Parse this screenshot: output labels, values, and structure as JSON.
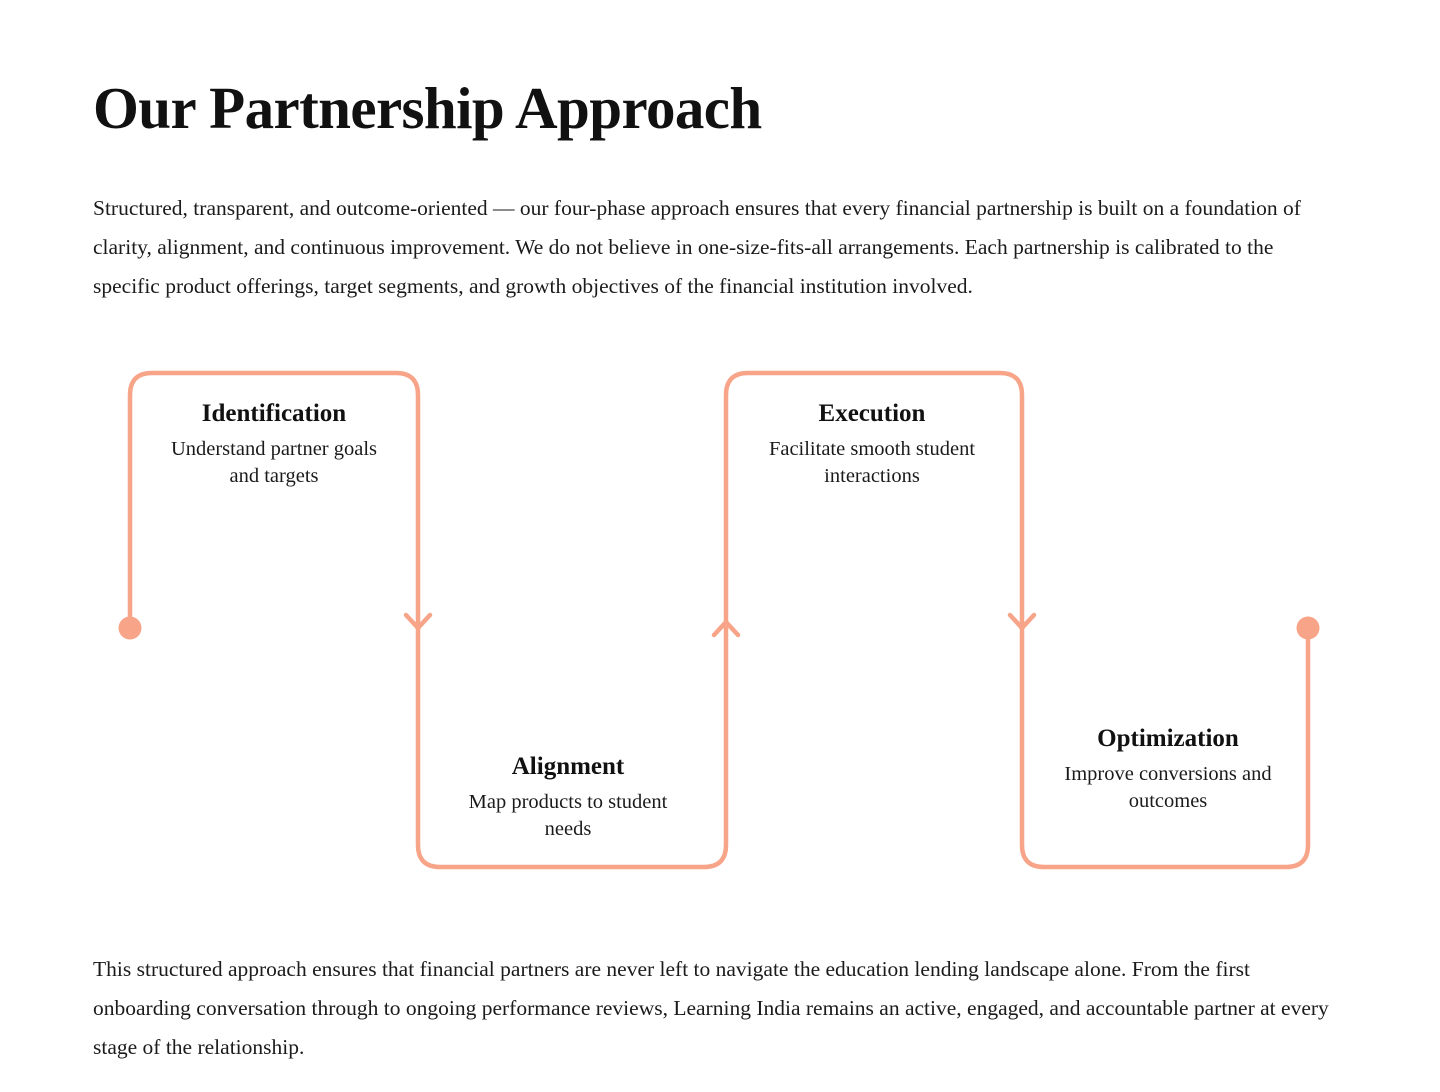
{
  "heading": {
    "title": "Our Partnership Approach"
  },
  "intro": {
    "text": "Structured, transparent, and outcome-oriented — our four-phase approach ensures that every financial partnership is built on a foundation of clarity, alignment, and continuous improvement. We do not believe in one-size-fits-all arrangements. Each partnership is calibrated to the specific product offerings, target segments, and growth objectives of the financial institution involved."
  },
  "closing": {
    "text": "This structured approach ensures that financial partners are never left to navigate the education lending landscape alone. From the first onboarding conversation through to ongoing performance reviews, Learning India remains an active, engaged, and accountable partner at every stage of the relationship."
  },
  "diagram": {
    "type": "serpentine-flow",
    "accent_color": "#F8A488",
    "text_color": "#141414",
    "background": "#FFFFFF",
    "start_marker": "start-dot",
    "end_marker": "end-dot",
    "phases": [
      {
        "index": 1,
        "title": "Identification",
        "description": "Understand partner goals and targets",
        "row": "top",
        "connector": "inverted-u",
        "in_marker": "start-dot",
        "out_marker": "arrow-down"
      },
      {
        "index": 2,
        "title": "Alignment",
        "description": "Map products to student needs",
        "row": "bottom",
        "connector": "u",
        "in_marker": "arrow-down",
        "out_marker": "arrow-up"
      },
      {
        "index": 3,
        "title": "Execution",
        "description": "Facilitate smooth student interactions",
        "row": "top",
        "connector": "inverted-u",
        "in_marker": "arrow-up",
        "out_marker": "arrow-down"
      },
      {
        "index": 4,
        "title": "Optimization",
        "description": "Improve conversions and outcomes",
        "row": "bottom",
        "connector": "u",
        "in_marker": "arrow-down",
        "out_marker": "end-dot"
      }
    ]
  }
}
